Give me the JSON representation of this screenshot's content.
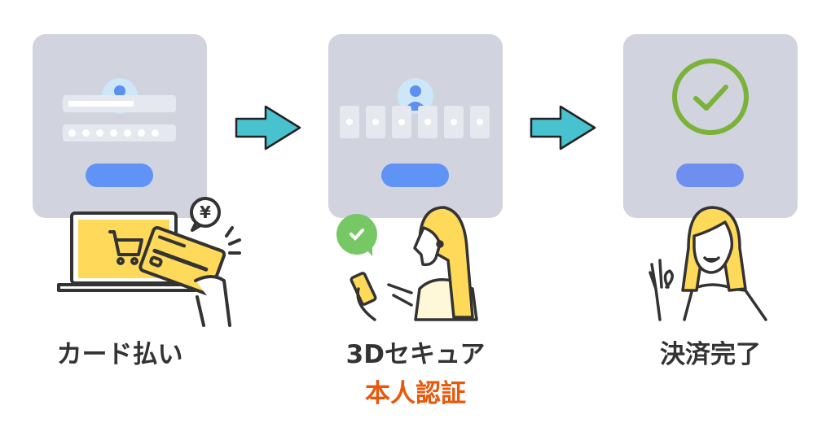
{
  "steps": [
    {
      "label": "カード払い",
      "illustration": "laptop-card-payment"
    },
    {
      "label": "3Dセキュア",
      "sublabel": "本人認証",
      "illustration": "woman-with-smartphone"
    },
    {
      "label": "決済完了",
      "illustration": "woman-ok-sign"
    }
  ],
  "icons": {
    "currency": "¥"
  },
  "colors": {
    "panel": "#d1d3de",
    "button": "#5f93f5",
    "arrow": "#49c2cf",
    "check": "#7ab23a",
    "accent_label": "#e8580c",
    "yellow": "#ffd95a"
  }
}
